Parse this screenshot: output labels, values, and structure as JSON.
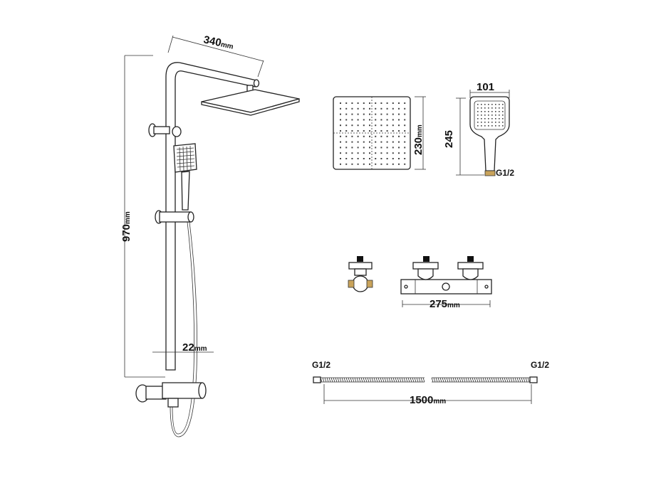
{
  "diagram": {
    "title": "Shower column technical drawing",
    "dimensions": {
      "arm_length": {
        "value": "340",
        "unit": "mm"
      },
      "height": {
        "value": "970",
        "unit": "mm"
      },
      "pipe_diameter": {
        "value": "22",
        "unit": "mm"
      },
      "head_size": {
        "value": "230",
        "unit": "mm"
      },
      "handshower_width": {
        "value": "101"
      },
      "handshower_length": {
        "value": "245"
      },
      "handshower_thread": "G1/2",
      "mixer_width": {
        "value": "275",
        "unit": "mm"
      },
      "hose_length": {
        "value": "1500",
        "unit": "mm"
      },
      "hose_thread_left": "G1/2",
      "hose_thread_right": "G1/2"
    },
    "colors": {
      "line": "#222222",
      "brass": "#c9a35a"
    }
  }
}
